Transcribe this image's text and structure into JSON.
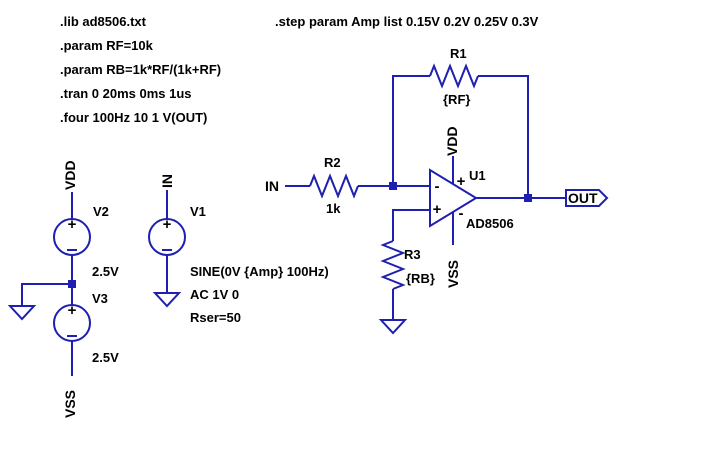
{
  "directives": {
    "lib": ".lib ad8506.txt",
    "param_rf": ".param RF=10k",
    "param_rb": ".param RB=1k*RF/(1k+RF)",
    "tran": ".tran 0 20ms 0ms 1us",
    "four": ".four 100Hz 10 1 V(OUT)",
    "step": ".step param Amp list 0.15V 0.2V 0.25V 0.3V"
  },
  "components": {
    "r1": {
      "name": "R1",
      "value": "{RF}"
    },
    "r2": {
      "name": "R2",
      "value": "1k"
    },
    "r3": {
      "name": "R3",
      "value": "{RB}"
    },
    "u1": {
      "name": "U1",
      "model": "AD8506"
    },
    "v1": {
      "name": "V1",
      "line1": "SINE(0V {Amp} 100Hz)",
      "line2": "AC 1V 0",
      "line3": "Rser=50"
    },
    "v2": {
      "name": "V2",
      "value": "2.5V"
    },
    "v3": {
      "name": "V3",
      "value": "2.5V"
    }
  },
  "nets": {
    "vdd_v2": "VDD",
    "vss_v3": "VSS",
    "in_v1": "IN",
    "in_r2": "IN",
    "vdd_u1": "VDD",
    "vss_u1": "VSS",
    "out": "OUT"
  },
  "pins": {
    "plus": "+",
    "minus": "-",
    "opamp_minus": "-",
    "opamp_plus": "+"
  },
  "colors": {
    "wire": "#1f1fb0",
    "text": "#000000",
    "background": "#ffffff"
  }
}
